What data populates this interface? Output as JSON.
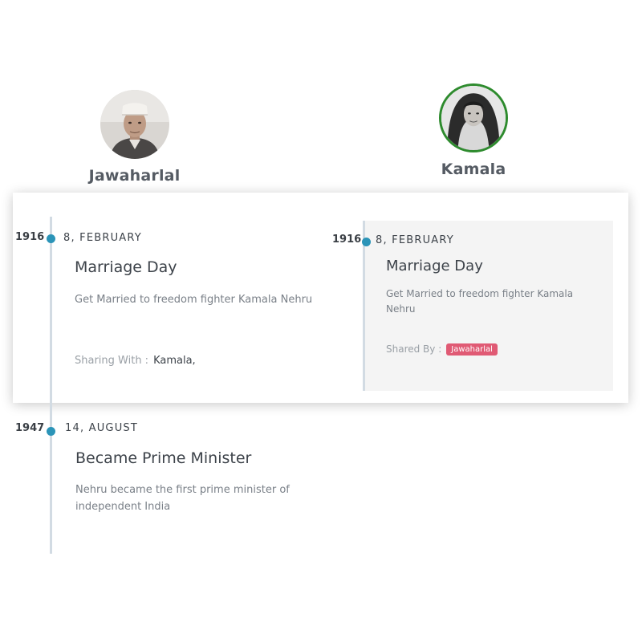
{
  "profiles": {
    "left": {
      "name": "Jawaharlal"
    },
    "right": {
      "name": "Kamala"
    }
  },
  "colors": {
    "accent_dot": "#2b94b8",
    "badge": "#e05a74",
    "avatar_ring_right": "#2e8b2e",
    "timeline_line": "#d2dbe3"
  },
  "timeline": {
    "left_events": [
      {
        "year": "1916",
        "date": "8, FEBRUARY",
        "title": "Marriage Day",
        "description": "Get Married to freedom fighter Kamala Nehru",
        "sharing_label": "Sharing With :",
        "sharing_value": "Kamala,"
      },
      {
        "year": "1947",
        "date": "14, AUGUST",
        "title": "Became Prime Minister",
        "description": "Nehru became the first prime minister of independent India"
      }
    ],
    "right_events": [
      {
        "year": "1916",
        "date": "8, FEBRUARY",
        "title": "Marriage Day",
        "description": "Get Married to freedom fighter Kamala Nehru",
        "shared_by_label": "Shared By :",
        "shared_by_badge": "Jawaharlal"
      }
    ]
  }
}
